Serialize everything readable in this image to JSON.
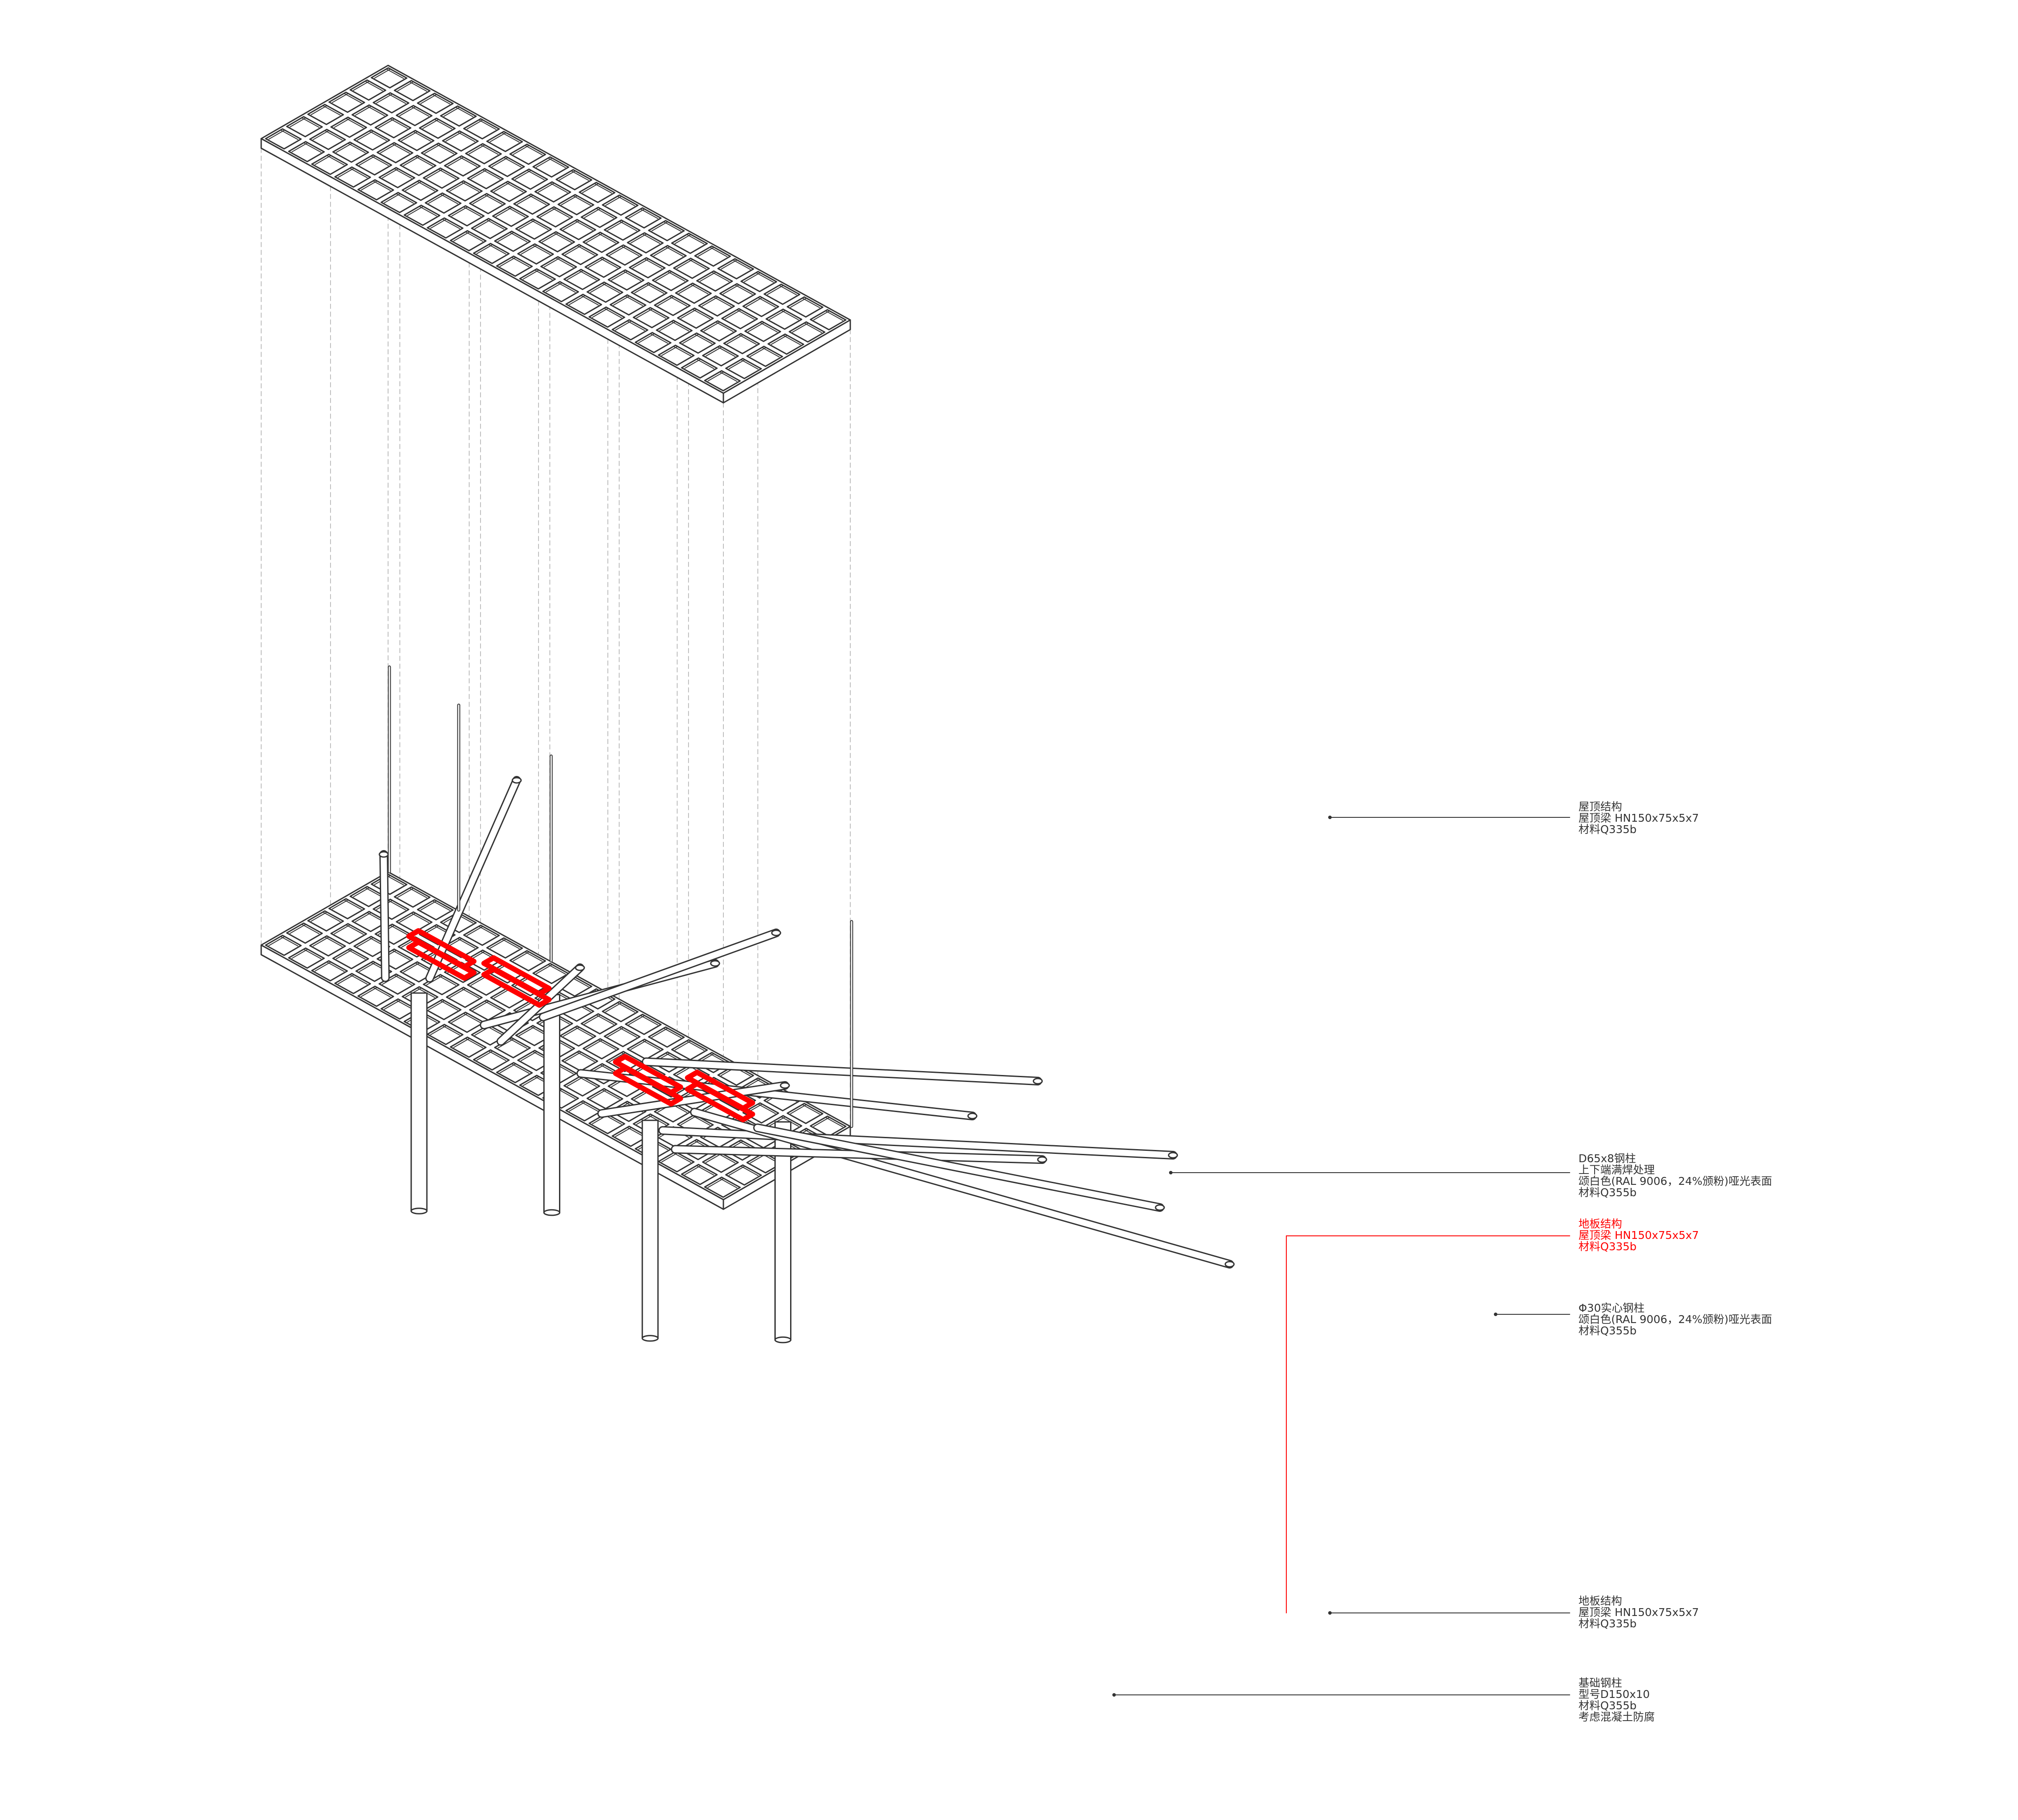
{
  "colors": {
    "line": "#333333",
    "highlight": "#ff0000",
    "guide": "#bfbfbf",
    "background": "#ffffff"
  },
  "annotations": [
    {
      "id": "roof",
      "highlight": false,
      "lines": [
        "屋顶结构",
        "屋顶梁 HN150x75x5x7",
        "材料Q335b"
      ]
    },
    {
      "id": "column-d65",
      "highlight": false,
      "lines": [
        "D65x8钢柱",
        "上下端满焊处理",
        "颂白色(RAL 9006，24%颁粉)哑光表面",
        "材料Q355b"
      ]
    },
    {
      "id": "floor-highlight",
      "highlight": true,
      "lines": [
        "地板结构",
        "屋顶梁 HN150x75x5x7",
        "材料Q335b"
      ]
    },
    {
      "id": "solid-bar",
      "highlight": false,
      "lines": [
        "Φ30实心钢柱",
        "颂白色(RAL 9006，24%颁粉)哑光表面",
        "材料Q355b"
      ]
    },
    {
      "id": "floor",
      "highlight": false,
      "lines": [
        "地板结构",
        "屋顶梁 HN150x75x5x7",
        "材料Q335b"
      ]
    },
    {
      "id": "foundation",
      "highlight": false,
      "lines": [
        "基础钢柱",
        "型号D150x10",
        "材料Q355b",
        "考虑混凝土防腐"
      ]
    }
  ]
}
